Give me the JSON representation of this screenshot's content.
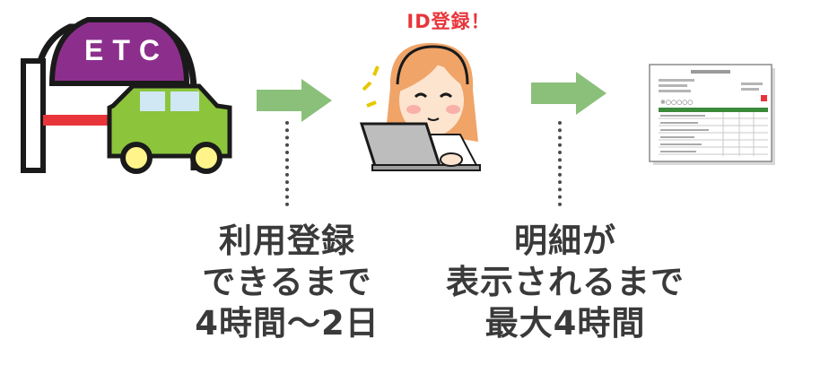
{
  "etc_gate": {
    "sign_text": "ETC"
  },
  "registration": {
    "label": "ID登録！"
  },
  "captions": {
    "left": [
      "利用登録",
      "できるまで",
      "4時間〜2日"
    ],
    "right": [
      "明細が",
      "表示されるまで",
      "最大4時間"
    ]
  },
  "statement": {
    "row_marker": "※○○○○○"
  },
  "colors": {
    "gate_purple": "#8c2f8c",
    "car_green": "#8cc43c",
    "arrow_green": "#8ac07a",
    "text_gray": "#3a3a3a",
    "accent_red": "#e8353a"
  }
}
